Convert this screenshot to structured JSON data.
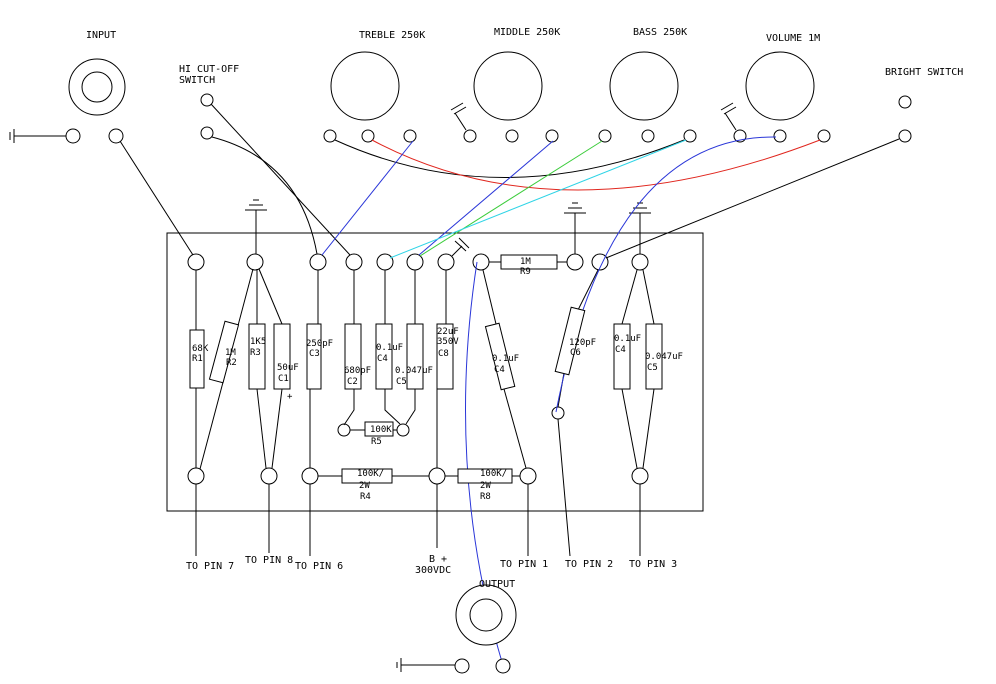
{
  "labels": {
    "input": "INPUT",
    "hi_cut_1": "HI CUT-OFF",
    "hi_cut_2": "SWITCH",
    "treble": "TREBLE 250K",
    "middle": "MIDDLE 250K",
    "bass": "BASS 250K",
    "volume": "VOLUME 1M",
    "bright": "BRIGHT SWITCH",
    "output": "OUTPUT",
    "pin7": "TO PIN 7",
    "pin8": "TO PIN 8",
    "pin6": "TO PIN 6",
    "bplus_1": "B +",
    "bplus_2": "300VDC",
    "pin1": "TO PIN 1",
    "pin2": "TO PIN 2",
    "pin3": "TO PIN 3"
  },
  "components": {
    "r1": [
      "68K",
      "R1"
    ],
    "r2": [
      "1M",
      "R2"
    ],
    "r3": [
      "1K5",
      "R3"
    ],
    "c1": [
      "50uF",
      "C1"
    ],
    "c1_plus": "+",
    "c3": [
      "250pF",
      "C3"
    ],
    "c2": [
      "680pF",
      "C2"
    ],
    "c4a": [
      "0.1uF",
      "C4"
    ],
    "c5a": [
      "0.047uF",
      "C5"
    ],
    "c8": [
      "22uF",
      "350V",
      "C8"
    ],
    "c4b": [
      "0.1uF",
      "C4"
    ],
    "r9": [
      "1M",
      "R9"
    ],
    "c6": [
      "120pF",
      "C6"
    ],
    "c4c": [
      "0.1uF",
      "C4"
    ],
    "c5b": [
      "0.047uF",
      "C5"
    ],
    "r5": [
      "100K",
      "R5"
    ],
    "r4": [
      "100K/",
      "2W",
      "R4"
    ],
    "r8": [
      "100K/",
      "2W",
      "R8"
    ]
  },
  "colors": {
    "black": "#000000",
    "red": "#e0261e",
    "blue": "#2a36d8",
    "green": "#3ccc3c",
    "cyan": "#2fd4e6"
  }
}
